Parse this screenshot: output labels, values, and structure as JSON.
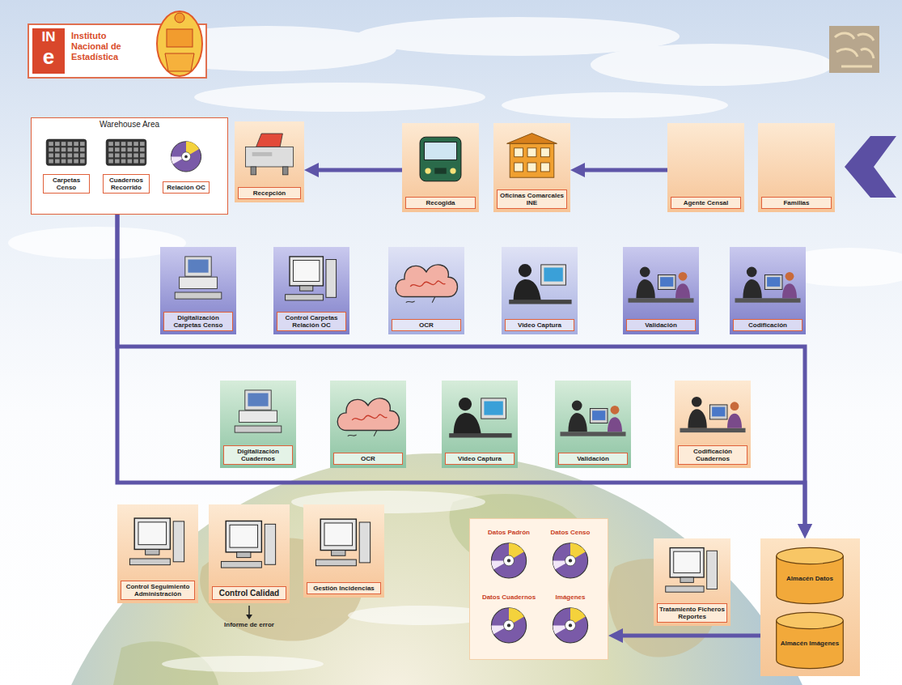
{
  "diagram": {
    "nodes": [
      {
        "text": [
          "Warehouse Area"
        ]
      },
      {
        "text": [
          "Carpetas Censo"
        ],
        "in": 0
      },
      {
        "text": [
          "Cuadernos Recorrido"
        ],
        "in": 0
      },
      {
        "text": [
          "Relación OC"
        ],
        "in": 0
      },
      {
        "text": [
          "Recepción"
        ]
      },
      {
        "text": [
          "Recogida"
        ]
      },
      {
        "text": [
          "Oficinas Comarcales INE"
        ]
      },
      {
        "text": [
          "Agente Censal"
        ]
      },
      {
        "text": [
          "Familias"
        ]
      },
      {
        "text": [
          "Digitalización Carpetas Censo"
        ]
      },
      {
        "text": [
          "Control Carpetas Relación OC"
        ]
      },
      {
        "text": [
          "OCR"
        ]
      },
      {
        "text": [
          "Video Captura"
        ]
      },
      {
        "text": [
          "Validación"
        ]
      },
      {
        "text": [
          "Codificación"
        ]
      },
      {
        "text": [
          "Digitalización Cuadernos"
        ]
      },
      {
        "text": [
          "OCR"
        ]
      },
      {
        "text": [
          "Video Captura"
        ]
      },
      {
        "text": [
          "Validación"
        ]
      },
      {
        "text": [
          "Codificación Cuadernos"
        ]
      },
      {
        "text": [
          "Control Seguimiento Administración"
        ]
      },
      {
        "text": [
          "Control Calidad"
        ]
      },
      {
        "text": [
          "Gestión Incidencias"
        ]
      },
      {
        "text": []
      },
      {
        "text": [
          "Datos Padrón"
        ],
        "in": 23
      },
      {
        "text": [
          "Datos Censo"
        ],
        "in": 23
      },
      {
        "text": [
          "Datos Cuadernos"
        ],
        "in": 23
      },
      {
        "text": [
          "Imágenes"
        ],
        "in": 23
      },
      {
        "text": [
          "Tratamiento Ficheros Reportes"
        ]
      },
      {
        "text": []
      },
      {
        "text": [
          "Almacén Datos"
        ],
        "in": 29
      },
      {
        "text": [
          "Almacén Imágenes"
        ],
        "in": 29
      }
    ],
    "edges": [
      {
        "from": 7,
        "to": 6,
        "arrow": "to"
      },
      {
        "from": 5,
        "to": 4,
        "arrow": "to"
      },
      {
        "from": 0,
        "to": 29,
        "arrow": "to"
      },
      {
        "from": 0,
        "to": 29,
        "arrow": "to"
      },
      {
        "from": 29,
        "to": 23,
        "arrow": "to"
      }
    ],
    "labels": [
      "IN",
      "e",
      "Instituto Nacional de Estadística",
      "Informe de error"
    ]
  }
}
